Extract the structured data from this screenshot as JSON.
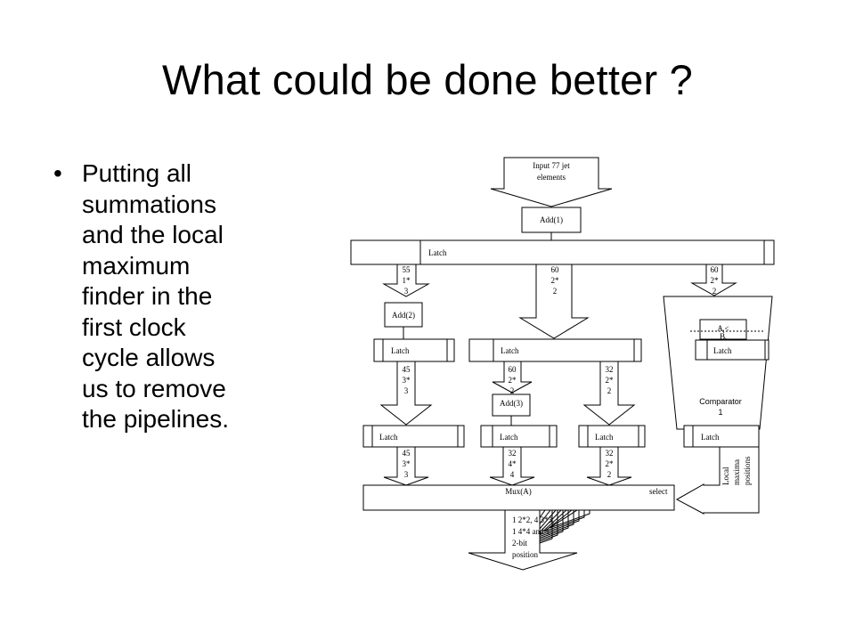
{
  "slide": {
    "title": "What could be done better ?",
    "bullet_symbol": "•",
    "bullet_lines": [
      "Putting all",
      "summations",
      "and the local",
      "maximum",
      "finder in the",
      "first clock",
      "cycle allows",
      "us to remove",
      "the pipelines."
    ]
  },
  "diagram": {
    "input": [
      "Input 77 jet",
      "elements"
    ],
    "add1": "Add(1)",
    "latch": "Latch",
    "add2": "Add(2)",
    "add3": "Add(3)",
    "mux": "Mux(A)",
    "select": "select",
    "comparator_expr": "A",
    "comparator_expr_sub": "i",
    "comparator_expr_op": "<",
    "comparator_expr_b": "B",
    "comparator_expr_b_sub": "i",
    "comparator": [
      "Comparator",
      "1"
    ],
    "local_maxima": [
      "Local",
      "maxima",
      "positions"
    ],
    "bus_55": [
      "55",
      "1*",
      "3"
    ],
    "bus_60_mid": [
      "60",
      "2*",
      "2"
    ],
    "bus_60_right": [
      "60",
      "2*",
      "2"
    ],
    "bus_45_a": [
      "45",
      "3*",
      "3"
    ],
    "bus_60_b": [
      "60",
      "2*",
      "2"
    ],
    "bus_32_a": [
      "32",
      "2*",
      "2"
    ],
    "bus_45_b": [
      "45",
      "3*",
      "3"
    ],
    "bus_32_b": [
      "32",
      "4*",
      "4"
    ],
    "bus_32_c": [
      "32",
      "2*",
      "2"
    ],
    "output": [
      "1 2*2, 4 3*3,",
      "1 4*4  and 1",
      "2-bit",
      "position"
    ]
  }
}
